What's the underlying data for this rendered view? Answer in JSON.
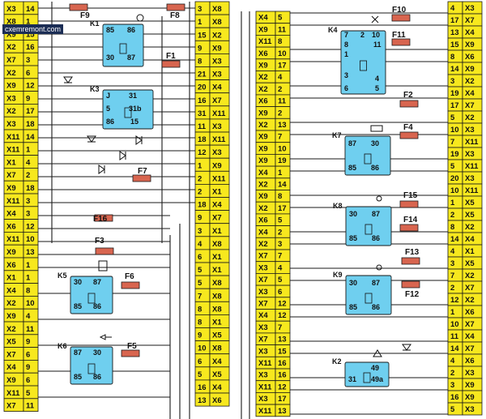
{
  "watermark": "cxemremont.com",
  "colors": {
    "pin": "#f7e81e",
    "relay": "#6fcfef",
    "fuse": "#d8654f",
    "wire": "#1a1a1a"
  },
  "connectors": {
    "col1": [
      [
        "X3",
        "14"
      ],
      [
        "X8",
        "1"
      ],
      [
        "X9",
        "15"
      ],
      [
        "X2",
        "16"
      ],
      [
        "X7",
        "3"
      ],
      [
        "X2",
        "6"
      ],
      [
        "X9",
        "12"
      ],
      [
        "X3",
        "9"
      ],
      [
        "X2",
        "17"
      ],
      [
        "X3",
        "18"
      ],
      [
        "X11",
        "14"
      ],
      [
        "X11",
        "1"
      ],
      [
        "X1",
        "4"
      ],
      [
        "X7",
        "2"
      ],
      [
        "X9",
        "18"
      ],
      [
        "X11",
        "3"
      ],
      [
        "X4",
        "3"
      ],
      [
        "X6",
        "12"
      ],
      [
        "X11",
        "10"
      ],
      [
        "X9",
        "13"
      ],
      [
        "X6",
        "1"
      ],
      [
        "X1",
        "1"
      ],
      [
        "X4",
        "8"
      ],
      [
        "X2",
        "10"
      ],
      [
        "X9",
        "4"
      ],
      [
        "X2",
        "11"
      ],
      [
        "X5",
        "9"
      ],
      [
        "X7",
        "6"
      ],
      [
        "X4",
        "9"
      ],
      [
        "X9",
        "6"
      ],
      [
        "X11",
        "5"
      ],
      [
        "X7",
        "11"
      ]
    ],
    "col2": [
      [
        "3",
        "X8"
      ],
      [
        "1",
        "X8"
      ],
      [
        "15",
        "X2"
      ],
      [
        "9",
        "X9"
      ],
      [
        "8",
        "X3"
      ],
      [
        "21",
        "X3"
      ],
      [
        "20",
        "X4"
      ],
      [
        "16",
        "X7"
      ],
      [
        "31",
        "X11"
      ],
      [
        "11",
        "X3"
      ],
      [
        "18",
        "X11"
      ],
      [
        "12",
        "X3"
      ],
      [
        "1",
        "X9"
      ],
      [
        "2",
        "X11"
      ],
      [
        "2",
        "X1"
      ],
      [
        "18",
        "X4"
      ],
      [
        "9",
        "X7"
      ],
      [
        "3",
        "X1"
      ],
      [
        "4",
        "X8"
      ],
      [
        "6",
        "X1"
      ],
      [
        "5",
        "X1"
      ],
      [
        "5",
        "X8"
      ],
      [
        "7",
        "X8"
      ],
      [
        "8",
        "X8"
      ],
      [
        "8",
        "X1"
      ],
      [
        "9",
        "X5"
      ],
      [
        "10",
        "X8"
      ],
      [
        "6",
        "X4"
      ],
      [
        "5",
        "X5"
      ],
      [
        "16",
        "X4"
      ],
      [
        "13",
        "X6"
      ]
    ],
    "col3": [
      [
        "X4",
        "5"
      ],
      [
        "X9",
        "11"
      ],
      [
        "X11",
        "8"
      ],
      [
        "X6",
        "10"
      ],
      [
        "X9",
        "17"
      ],
      [
        "X2",
        "4"
      ],
      [
        "X2",
        "2"
      ],
      [
        "X6",
        "11"
      ],
      [
        "X9",
        "2"
      ],
      [
        "X2",
        "13"
      ],
      [
        "X9",
        "7"
      ],
      [
        "X9",
        "10"
      ],
      [
        "X9",
        "19"
      ],
      [
        "X4",
        "1"
      ],
      [
        "X2",
        "14"
      ],
      [
        "X9",
        "8"
      ],
      [
        "X2",
        "17"
      ],
      [
        "X6",
        "5"
      ],
      [
        "X4",
        "2"
      ],
      [
        "X2",
        "3"
      ],
      [
        "X7",
        "7"
      ],
      [
        "X3",
        "4"
      ],
      [
        "X7",
        "5"
      ],
      [
        "X3",
        "6"
      ],
      [
        "X7",
        "12"
      ],
      [
        "X4",
        "12"
      ],
      [
        "X3",
        "7"
      ],
      [
        "X7",
        "13"
      ],
      [
        "X3",
        "15"
      ],
      [
        "X11",
        "16"
      ],
      [
        "X3",
        "16"
      ],
      [
        "X11",
        "12"
      ],
      [
        "X3",
        "17"
      ],
      [
        "X11",
        "13"
      ]
    ],
    "col4": [
      [
        "4",
        "X3"
      ],
      [
        "17",
        "X7"
      ],
      [
        "13",
        "X4"
      ],
      [
        "15",
        "X9"
      ],
      [
        "8",
        "X6"
      ],
      [
        "14",
        "X9"
      ],
      [
        "3",
        "X2"
      ],
      [
        "19",
        "X4"
      ],
      [
        "17",
        "X7"
      ],
      [
        "5",
        "X2"
      ],
      [
        "10",
        "X3"
      ],
      [
        "7",
        "X11"
      ],
      [
        "19",
        "X3"
      ],
      [
        "5",
        "X11"
      ],
      [
        "20",
        "X3"
      ],
      [
        "10",
        "X11"
      ],
      [
        "1",
        "X5"
      ],
      [
        "2",
        "X5"
      ],
      [
        "8",
        "X2"
      ],
      [
        "14",
        "X4"
      ],
      [
        "4",
        "X1"
      ],
      [
        "3",
        "X5"
      ],
      [
        "7",
        "X2"
      ],
      [
        "2",
        "X7"
      ],
      [
        "12",
        "X2"
      ],
      [
        "1",
        "X6"
      ],
      [
        "10",
        "X7"
      ],
      [
        "11",
        "X4"
      ],
      [
        "14",
        "X7"
      ],
      [
        "4",
        "X6"
      ],
      [
        "2",
        "X3"
      ],
      [
        "3",
        "X9"
      ],
      [
        "16",
        "X9"
      ],
      [
        "5",
        "X3"
      ]
    ]
  },
  "fuses": [
    "F9",
    "F8",
    "F1",
    "F7",
    "F16",
    "F3",
    "F6",
    "F5",
    "F10",
    "F11",
    "F2",
    "F4",
    "F15",
    "F14",
    "F13",
    "F12"
  ],
  "relays": {
    "K1": {
      "label": "K1",
      "pins": [
        "85",
        "86",
        "30",
        "87"
      ]
    },
    "K3": {
      "label": "K3",
      "pins": [
        "J",
        "31",
        "5",
        "31b",
        "86",
        "15"
      ]
    },
    "K5": {
      "label": "K5",
      "pins": [
        "30",
        "87",
        "85",
        "86"
      ]
    },
    "K6": {
      "label": "K6",
      "pins": [
        "87",
        "30",
        "85",
        "86"
      ]
    },
    "K4": {
      "label": "K4",
      "pins": [
        "2",
        "7",
        "10",
        "8",
        "11",
        "1",
        "6",
        "3",
        "4",
        "5"
      ]
    },
    "K7": {
      "label": "K7",
      "pins": [
        "87",
        "30",
        "85",
        "86"
      ]
    },
    "K8": {
      "label": "K8",
      "pins": [
        "30",
        "87",
        "85",
        "86"
      ]
    },
    "K9": {
      "label": "K9",
      "pins": [
        "30",
        "87",
        "85",
        "86"
      ]
    },
    "K2": {
      "label": "K2",
      "pins": [
        "49",
        "31",
        "49a"
      ]
    }
  }
}
